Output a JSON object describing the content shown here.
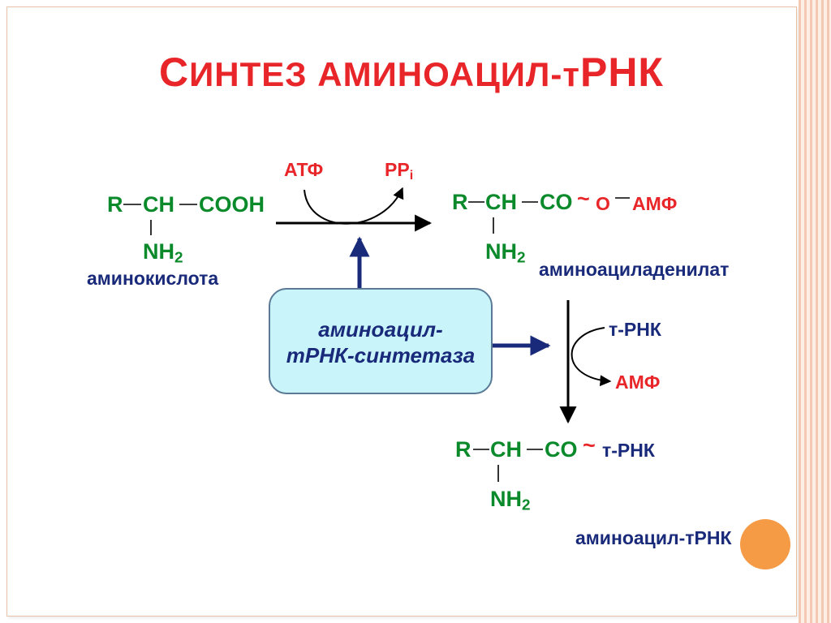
{
  "colors": {
    "title": "#e8262a",
    "formula": "#0a8a2a",
    "label": "#1a2a7a",
    "enzyme_box": "#c8f4fa",
    "arrow": "#1a2a7a",
    "dot": "#f59a45"
  },
  "title": {
    "first": "С",
    "rest": "ИНТЕЗ АМИНОАЦИЛ-",
    "t": "т",
    "rnk": "РНК"
  },
  "amino_acid": {
    "r": "R",
    "ch": "CH",
    "cooh": "COOH",
    "nh": "NH",
    "sub": "2",
    "label": "аминокислота"
  },
  "reaction1": {
    "atp": "АТФ",
    "pp": "PP",
    "pp_sub": "i"
  },
  "adenylate": {
    "r": "R",
    "ch": "CH",
    "co": "CO",
    "tilde": "~",
    "o": "O",
    "amp": "АМФ",
    "nh": "NH",
    "sub": "2",
    "label": "аминоациладенилат"
  },
  "enzyme": {
    "line1": "аминоацил-",
    "line2": "тРНК-синтетаза"
  },
  "reaction2": {
    "trna": "т-РНК",
    "amp": "АМФ"
  },
  "product": {
    "r": "R",
    "ch": "CH",
    "co": "CO",
    "tilde": "~",
    "trna": "т-РНК",
    "nh": "NH",
    "sub": "2",
    "label": "аминоацил-тРНК"
  }
}
